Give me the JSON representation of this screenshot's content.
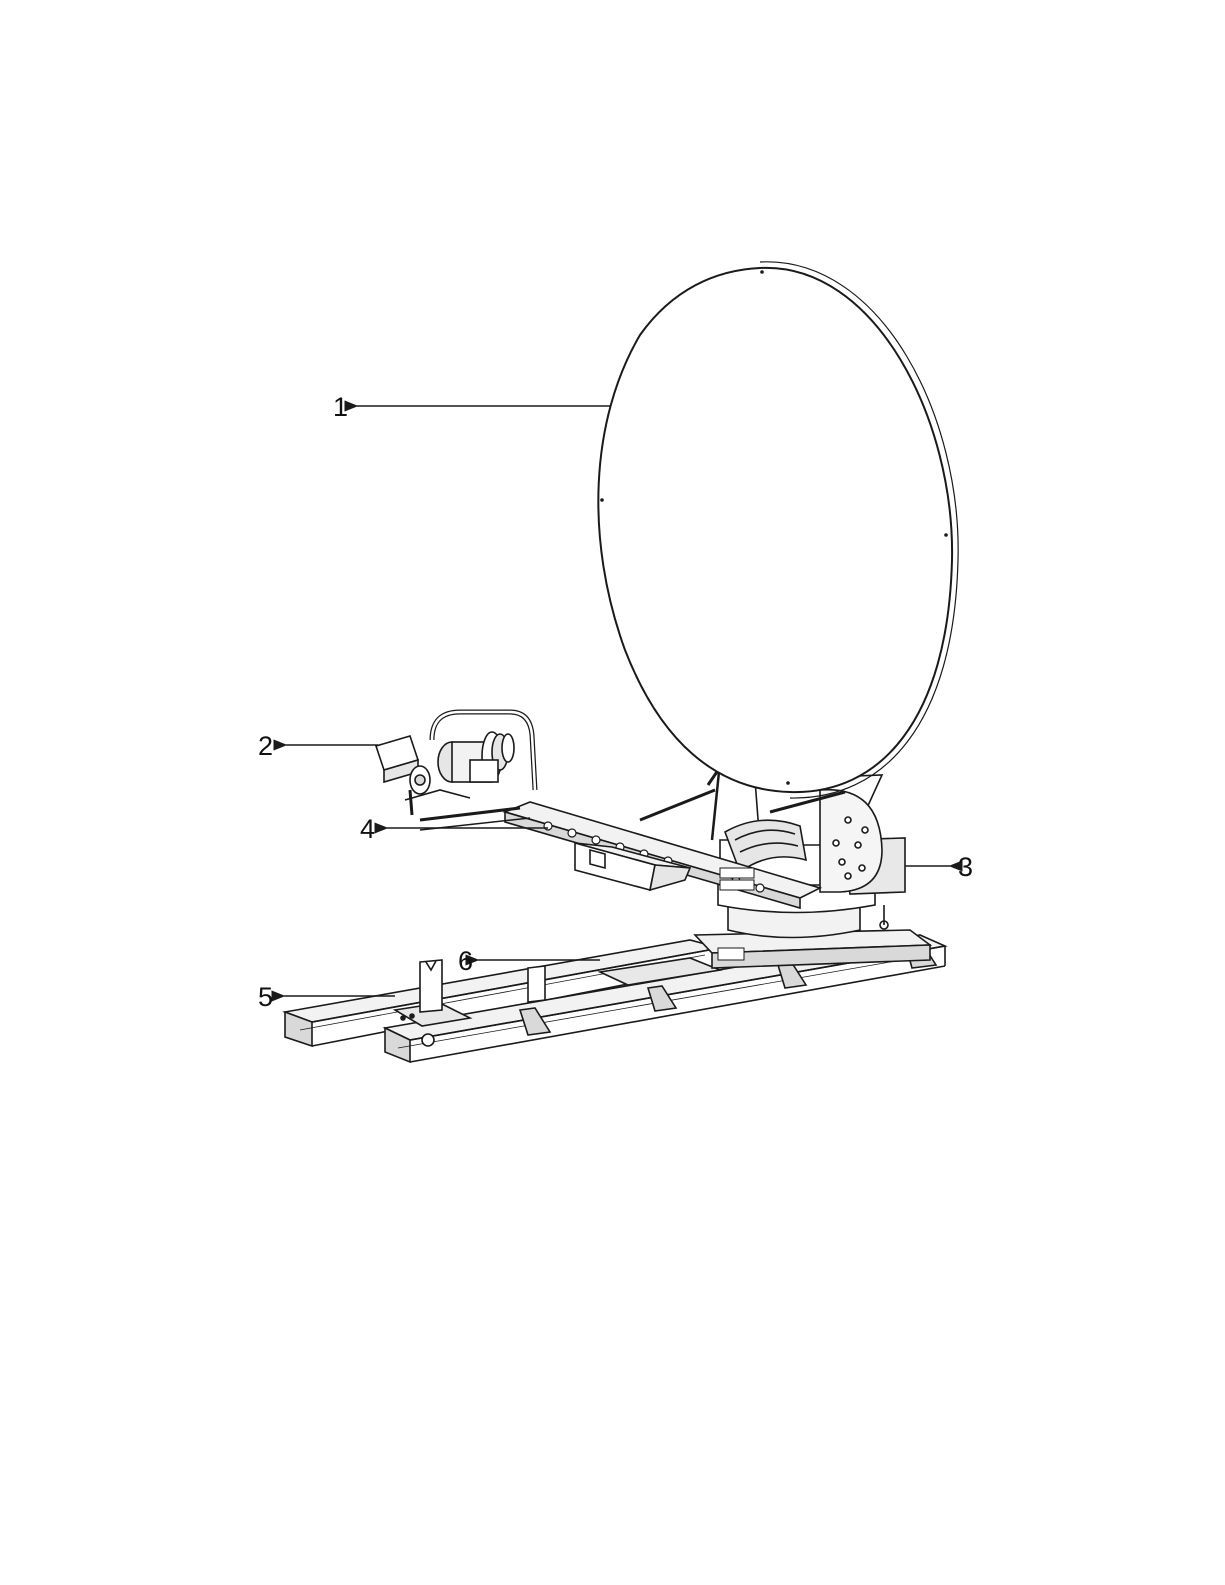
{
  "figure": {
    "callouts": [
      {
        "id": "1",
        "label": "1"
      },
      {
        "id": "2",
        "label": "2"
      },
      {
        "id": "3",
        "label": "3"
      },
      {
        "id": "4",
        "label": "4"
      },
      {
        "id": "5",
        "label": "5"
      },
      {
        "id": "6",
        "label": "6"
      }
    ]
  },
  "colors": {
    "line": "#1a1a1a",
    "fill_light": "#f2f2f2",
    "fill_mid": "#d9d9d9",
    "background": "#ffffff"
  }
}
